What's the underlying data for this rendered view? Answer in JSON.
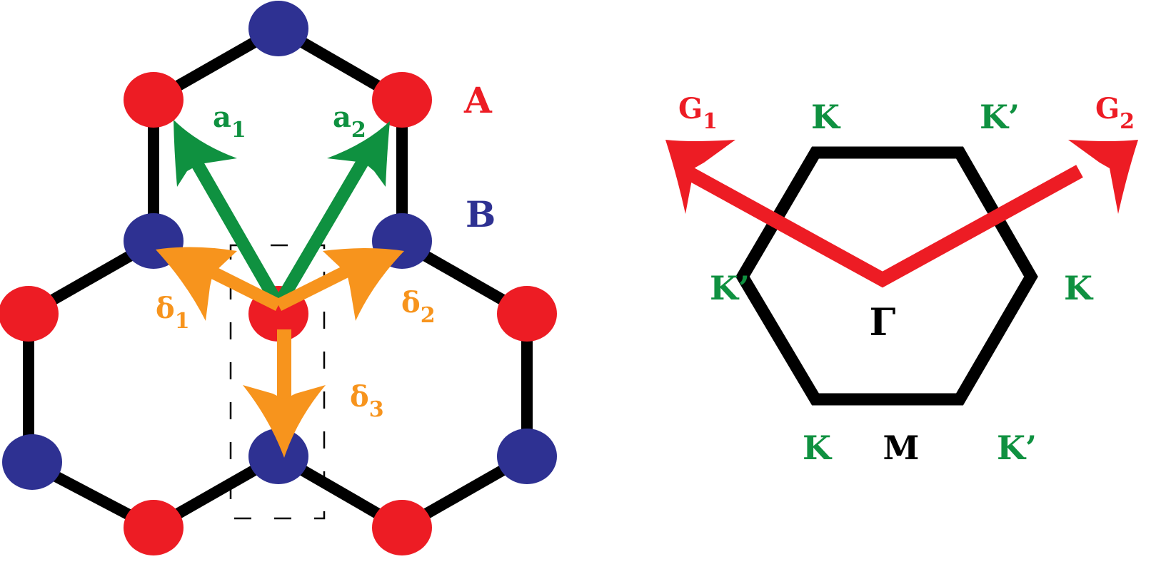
{
  "colors": {
    "bond": "#000000",
    "atom_a": "#ed1c24",
    "atom_b": "#2e3192",
    "lattice_vector": "#0f9140",
    "neighbor_vector": "#f7941d",
    "reciprocal_vector": "#ed1c24",
    "high_symmetry": "#0f9140",
    "text": "#000000"
  },
  "real_space": {
    "sublattice_a": {
      "letter": "A"
    },
    "sublattice_b": {
      "letter": "B"
    },
    "a1": {
      "symbol": "a",
      "sub": "1"
    },
    "a2": {
      "symbol": "a",
      "sub": "2"
    },
    "d1": {
      "symbol": "δ",
      "sub": "1"
    },
    "d2": {
      "symbol": "δ",
      "sub": "2"
    },
    "d3": {
      "symbol": "δ",
      "sub": "3"
    }
  },
  "reciprocal_space": {
    "g1": {
      "symbol": "G",
      "sub": "1"
    },
    "g2": {
      "symbol": "G",
      "sub": "2"
    },
    "gamma": "Γ",
    "m": "M",
    "k_top_left": "K",
    "kp_top_right": "K’",
    "kp_left": "K’",
    "k_right": "K",
    "k_bottom_left": "K",
    "kp_bottom_right": "K’"
  }
}
